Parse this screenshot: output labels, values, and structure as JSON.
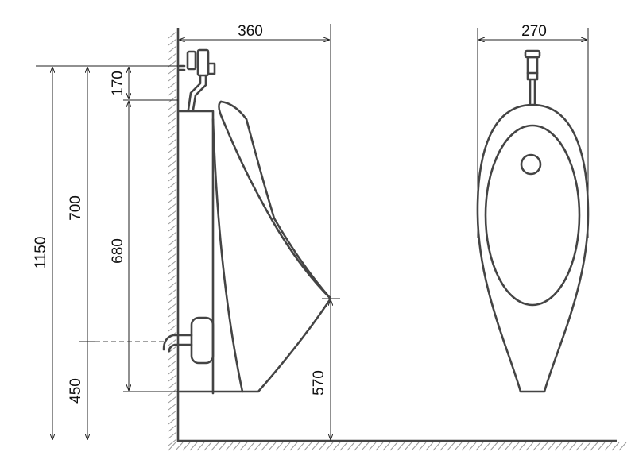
{
  "dimensions": {
    "width_side": "360",
    "width_front": "270",
    "total_height": "1150",
    "rim_height": "700",
    "inlet_height": "170",
    "body_height": "680",
    "outlet_height": "450",
    "lip_height": "570"
  },
  "colors": {
    "line": "#444444",
    "dim_line": "#222222",
    "hatch": "#999999"
  }
}
